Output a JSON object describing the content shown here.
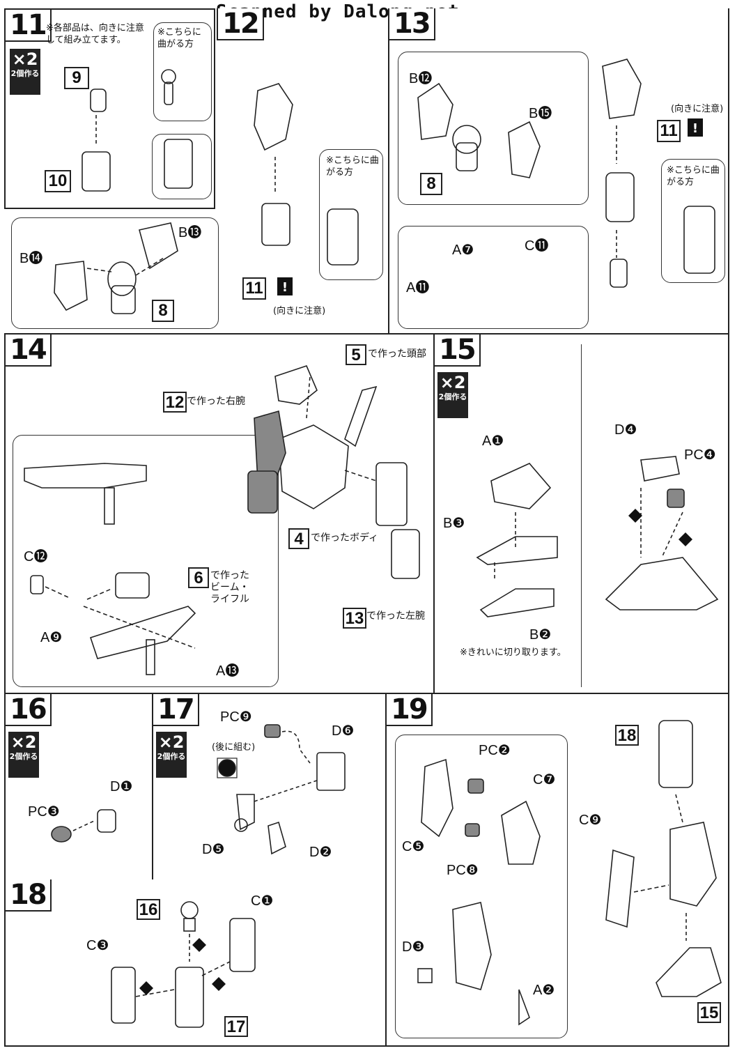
{
  "header": {
    "scan_credit": "Scanned by Dalong.net"
  },
  "steps": {
    "s11": {
      "num": "11",
      "times": "×2",
      "times_note": "2個作る",
      "note": "※各部品は、向きに注意して組み立てます。",
      "bend_note": "※こちらに曲がる方",
      "parts": [
        "9",
        "10"
      ]
    },
    "s12": {
      "num": "12",
      "parts": [
        "B⓭",
        "B⓮",
        "8"
      ],
      "bend_note": "※こちらに曲がる方",
      "warn_ref": "11",
      "warn_text": "(向きに注意)"
    },
    "s13": {
      "num": "13",
      "parts": [
        "B⓬",
        "B⓯",
        "8",
        "A❼",
        "C⓫",
        "A⓫"
      ],
      "bend_note": "※こちらに曲がる方",
      "warn_ref": "11",
      "warn_text": "(向きに注意)"
    },
    "s14": {
      "num": "14",
      "ref_head": "5",
      "ref_head_text": "で作った頭部",
      "ref_rarm": "12",
      "ref_rarm_text": "で作った右腕",
      "ref_body": "4",
      "ref_body_text": "で作ったボディ",
      "ref_larm": "13",
      "ref_larm_text": "で作った左腕",
      "ref_rifle": "6",
      "ref_rifle_text": "で作ったビーム・ライフル",
      "parts": [
        "C⓬",
        "A❾",
        "A⓭"
      ]
    },
    "s15": {
      "num": "15",
      "times": "×2",
      "times_note": "2個作る",
      "parts": [
        "A❶",
        "B❸",
        "B❷",
        "D❹",
        "PC❹"
      ],
      "cut_note": "※きれいに切り取ります。"
    },
    "s16": {
      "num": "16",
      "times": "×2",
      "times_note": "2個作る",
      "parts": [
        "D❶",
        "PC❸"
      ]
    },
    "s17": {
      "num": "17",
      "times": "×2",
      "times_note": "2個作る",
      "parts": [
        "PC❾",
        "D❻",
        "D❺",
        "D❷"
      ],
      "later_note": "(後に組む)"
    },
    "s18": {
      "num": "18",
      "parts": [
        "C❶",
        "C❸"
      ],
      "ref_top": "16",
      "ref_bottom": "17"
    },
    "s19": {
      "num": "19",
      "parts": [
        "PC❷",
        "C❼",
        "C❺",
        "PC❽",
        "D❸",
        "A❷",
        "C❾"
      ],
      "ref_top": "18",
      "ref_bottom": "15"
    }
  },
  "colors": {
    "ink": "#111111",
    "paper": "#ffffff",
    "shade": "#777777"
  }
}
